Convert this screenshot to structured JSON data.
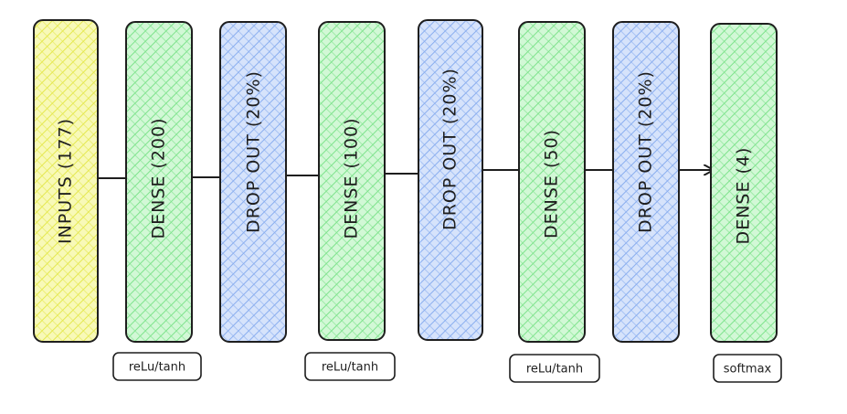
{
  "diagram": {
    "layers": [
      {
        "label": "INPUTS (177)",
        "kind": "input"
      },
      {
        "label": "DENSE (200)",
        "kind": "dense"
      },
      {
        "label": "DROP OUT (20%)",
        "kind": "dropout"
      },
      {
        "label": "DENSE (100)",
        "kind": "dense"
      },
      {
        "label": "DROP OUT (20%)",
        "kind": "dropout"
      },
      {
        "label": "DENSE (50)",
        "kind": "dense"
      },
      {
        "label": "DROP OUT (20%)",
        "kind": "dropout"
      },
      {
        "label": "DENSE (4)",
        "kind": "dense"
      }
    ],
    "activations": [
      {
        "label": "reLu/tanh",
        "layer": 1
      },
      {
        "label": "reLu/tanh",
        "layer": 3
      },
      {
        "label": "reLu/tanh",
        "layer": 5
      },
      {
        "label": "softmax",
        "layer": 7
      }
    ],
    "colors": {
      "input": "#f5f78a",
      "dense": "#a8f0b0",
      "dropout": "#a9c4f5",
      "stroke": "#1e1e1e"
    }
  }
}
